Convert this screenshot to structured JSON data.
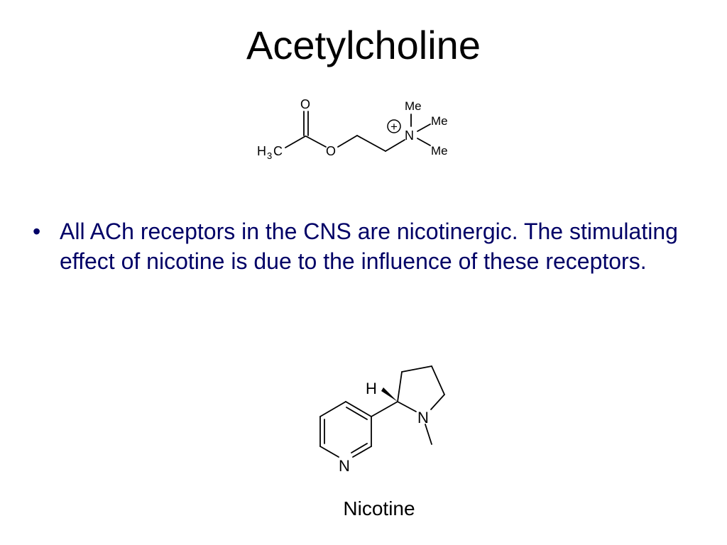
{
  "slide": {
    "title": "Acetylcholine",
    "bullets": [
      {
        "marker": "•",
        "text": "All ACh receptors in the CNS are nicotinergic. The stimulating effect of nicotine is due to the influence of these receptors."
      }
    ]
  },
  "acetylcholine_structure": {
    "atoms": {
      "carbonyl_o": "O",
      "h": "H",
      "sub3": "3",
      "c": "C",
      "ester_o": "O",
      "n": "N",
      "charge": "+",
      "me_top": "Me",
      "me_right": "Me",
      "me_bottom": "Me"
    }
  },
  "nicotine_structure": {
    "atoms": {
      "h": "H",
      "pyrrolidine_n": "N",
      "pyridine_n": "N"
    },
    "caption": "Nicotine"
  }
}
